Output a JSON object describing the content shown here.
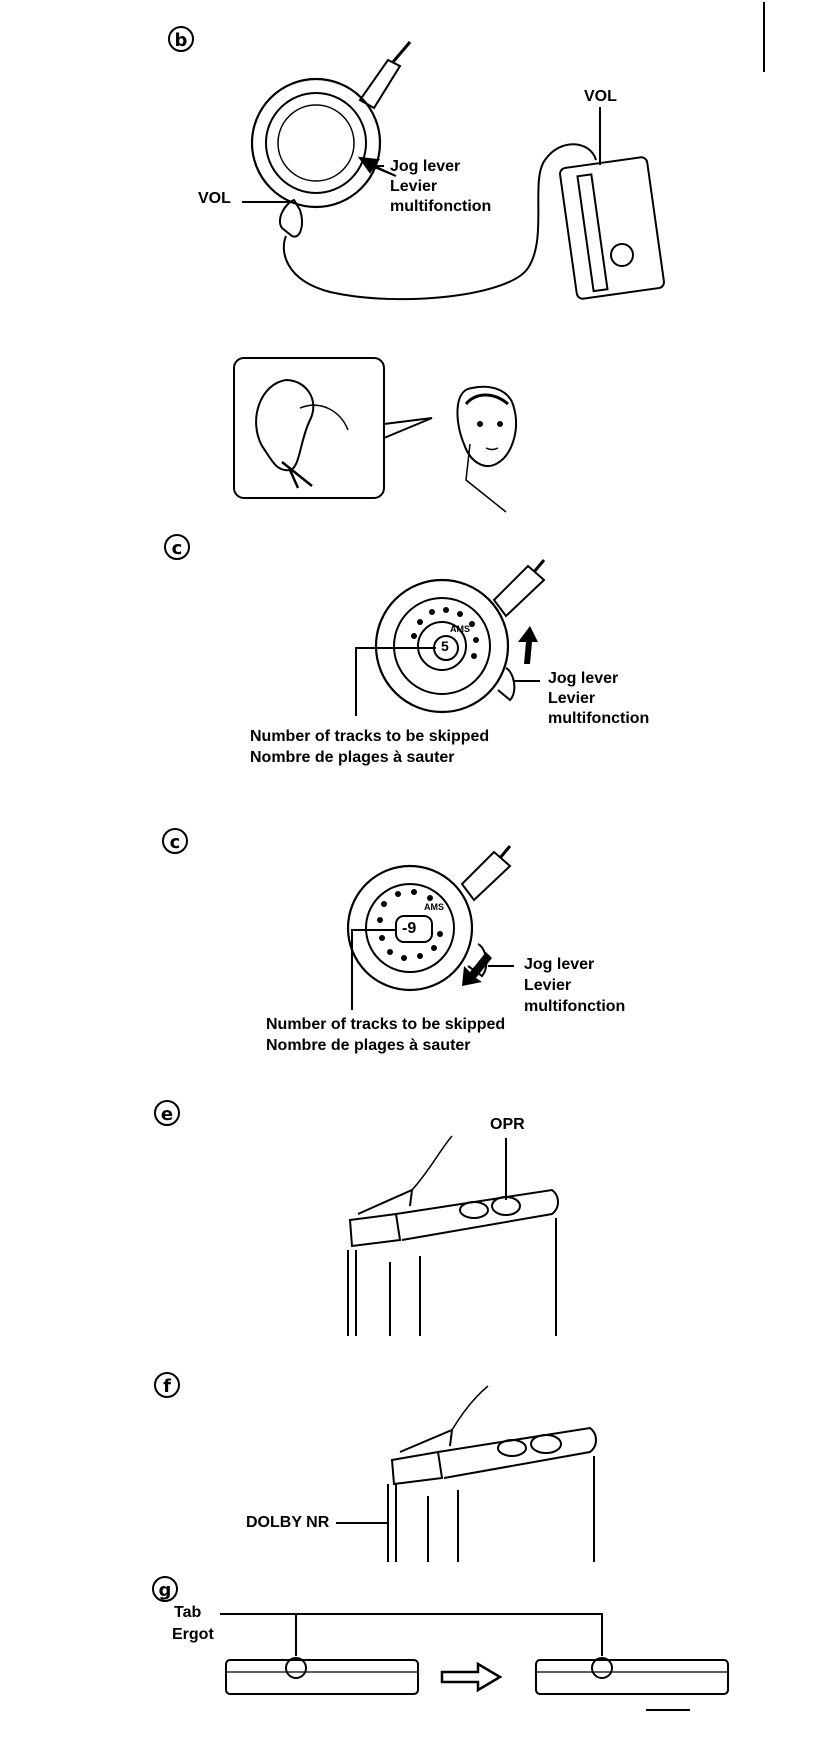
{
  "sections": {
    "b": {
      "marker": "b",
      "vol_left": "VOL",
      "vol_right": "VOL",
      "jog_lever": "Jog lever",
      "levier": "Levier",
      "multifonction": "multifonction"
    },
    "c1": {
      "marker": "c",
      "jog_lever": "Jog lever",
      "levier": "Levier",
      "multifonction": "multifonction",
      "tracks_en": "Number of tracks to be skipped",
      "tracks_fr": "Nombre de plages à sauter",
      "display": "5",
      "ams": "AMS"
    },
    "c2": {
      "marker": "c",
      "jog_lever": "Jog lever",
      "levier": "Levier",
      "multifonction": "multifonction",
      "tracks_en": "Number of tracks to be skipped",
      "tracks_fr": "Nombre de plages à sauter",
      "display": "-9",
      "ams": "AMS"
    },
    "e": {
      "marker": "e",
      "opr": "OPR"
    },
    "f": {
      "marker": "f",
      "dolby": "DOLBY NR"
    },
    "g": {
      "marker": "g",
      "tab": "Tab",
      "ergot": "Ergot"
    }
  }
}
